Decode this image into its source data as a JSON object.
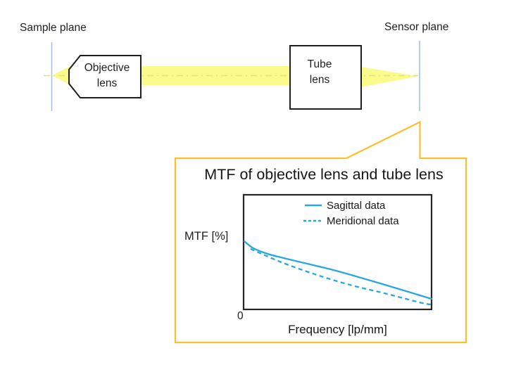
{
  "diagram": {
    "sample_plane_label": "Sample plane",
    "sensor_plane_label": "Sensor plane",
    "objective_lens": {
      "line1": "Objective",
      "line2": "lens"
    },
    "tube_lens": {
      "line1": "Tube",
      "line2": "lens"
    }
  },
  "callout": {
    "title": "MTF of objective lens and tube lens"
  },
  "chart_data": {
    "type": "line",
    "title": "MTF of objective lens and tube lens",
    "xlabel": "Frequency [lp/mm]",
    "ylabel": "MTF [%]",
    "x_origin_label": "0",
    "x_axis_numeric_labels": false,
    "y_axis_numeric_labels": false,
    "grid": false,
    "legend_position": "top-center-inside",
    "xlim": [
      0,
      1
    ],
    "ylim": [
      0,
      100
    ],
    "series": [
      {
        "name": "Sagittal data",
        "style": "solid",
        "color": "#29A8DD",
        "points": [
          [
            0.004,
            59.5
          ],
          [
            0.052,
            53.4
          ],
          [
            0.127,
            48.5
          ],
          [
            0.228,
            44.2
          ],
          [
            0.476,
            34.4
          ],
          [
            0.727,
            22.7
          ],
          [
            0.914,
            13.5
          ],
          [
            1.0,
            9.2
          ]
        ]
      },
      {
        "name": "Meridional data",
        "style": "dashed",
        "color": "#29A8DD",
        "points": [
          [
            0.037,
            52.8
          ],
          [
            0.202,
            41.1
          ],
          [
            0.39,
            30.1
          ],
          [
            0.577,
            20.9
          ],
          [
            0.764,
            13.5
          ],
          [
            0.951,
            5.5
          ],
          [
            1.0,
            4.3
          ]
        ]
      }
    ]
  },
  "colors": {
    "curve_cyan": "#29A8DD",
    "callout_orange": "#FCBF2D",
    "beam_yellow": "#FBFB8C",
    "optical_axis_yellow": "#E3E377",
    "plane_line_blue": "#A9C0E4",
    "outline_black": "#1f1f1f"
  }
}
